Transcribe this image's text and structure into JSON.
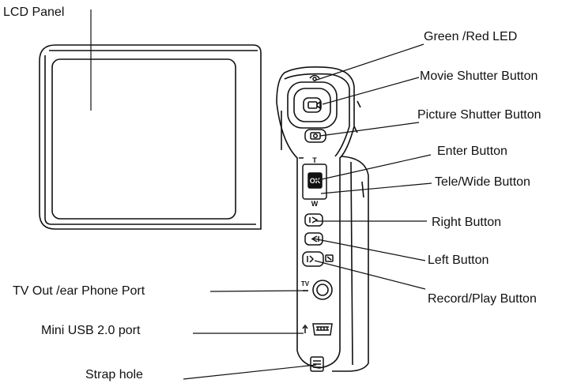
{
  "labels": {
    "lcd_panel": "LCD Panel",
    "led": "Green /Red LED",
    "movie_shutter": "Movie Shutter Button",
    "picture_shutter": "Picture Shutter Button",
    "enter": "Enter Button",
    "tele_wide": "Tele/Wide Button",
    "right": "Right Button",
    "left": "Left Button",
    "record_play": "Record/Play Button",
    "tv_out": "TV Out /ear Phone Port",
    "mini_usb": "Mini USB 2.0 port",
    "strap_hole": "Strap hole"
  },
  "device_marks": {
    "tele": "T",
    "wide": "W",
    "ok": "OK",
    "tv_port": "TV"
  },
  "colors": {
    "line": "#111111",
    "panel_fill": "#ffffff",
    "text": "#111111"
  }
}
